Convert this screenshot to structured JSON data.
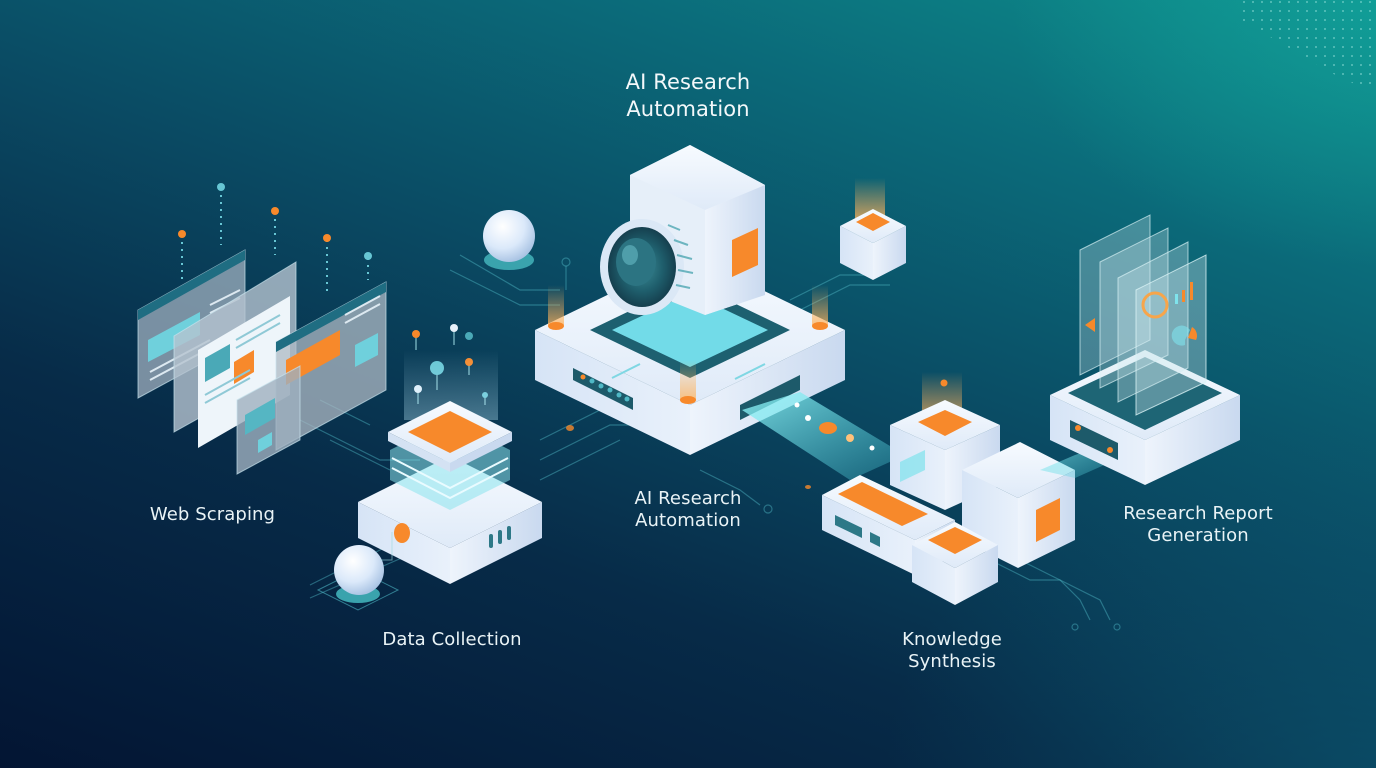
{
  "diagram": {
    "title": {
      "line1": "AI Research",
      "line2": "Automation"
    },
    "nodes": [
      {
        "id": "web-scraping",
        "line1": "Web Scraping",
        "line2": ""
      },
      {
        "id": "data-collection",
        "line1": "Data Collection",
        "line2": ""
      },
      {
        "id": "ai-research-automation",
        "line1": "AI Research",
        "line2": "Automation"
      },
      {
        "id": "knowledge-synthesis",
        "line1": "Knowledge",
        "line2": "Synthesis"
      },
      {
        "id": "research-report-generation",
        "line1": "Research Report",
        "line2": "Generation"
      }
    ],
    "flow": [
      "Web Scraping",
      "Data Collection",
      "AI Research Automation",
      "Knowledge Synthesis",
      "Research Report Generation"
    ],
    "colors": {
      "background_top_right": "#0e8f8c",
      "background_bottom_left": "#031533",
      "module_white": "#e8f1fb",
      "accent_orange": "#f7892b",
      "accent_cyan": "#6fe0ea",
      "text": "#e9f3f6"
    }
  }
}
